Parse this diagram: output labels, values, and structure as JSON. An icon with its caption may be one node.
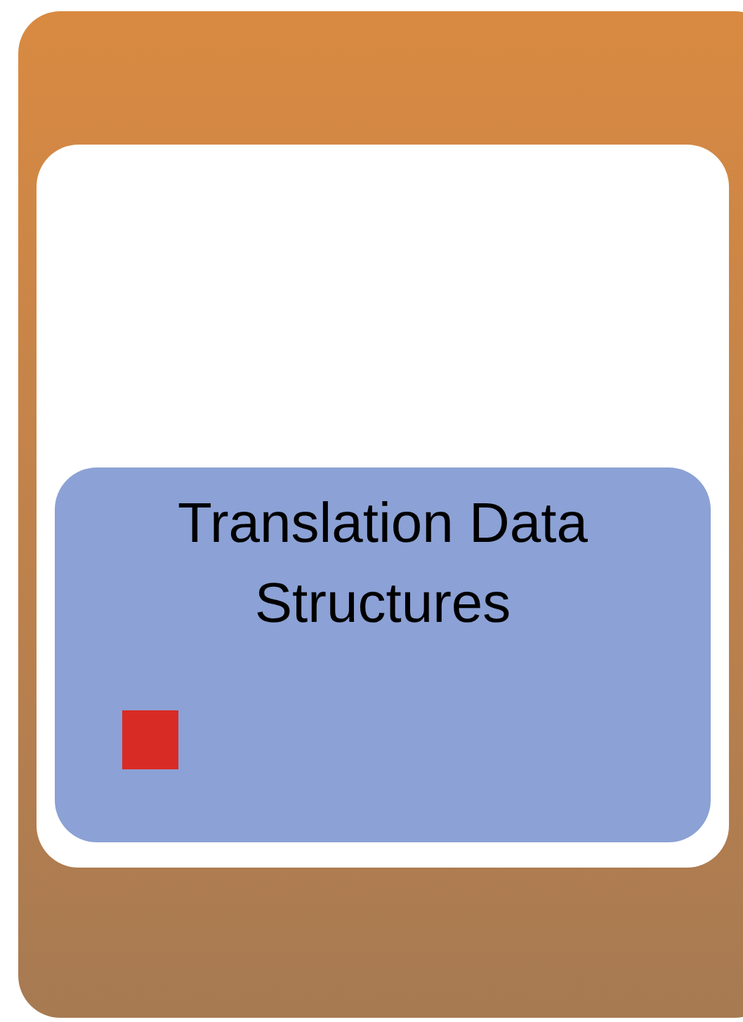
{
  "diagram": {
    "nodes": [
      {
        "text": [],
        "shape": "box"
      },
      {
        "text": [],
        "shape": "box",
        "in": 0
      },
      {
        "text": [
          "Translation Data Structures"
        ],
        "in": 1
      },
      {
        "text": [],
        "shape": "box",
        "in": 2
      }
    ]
  }
}
